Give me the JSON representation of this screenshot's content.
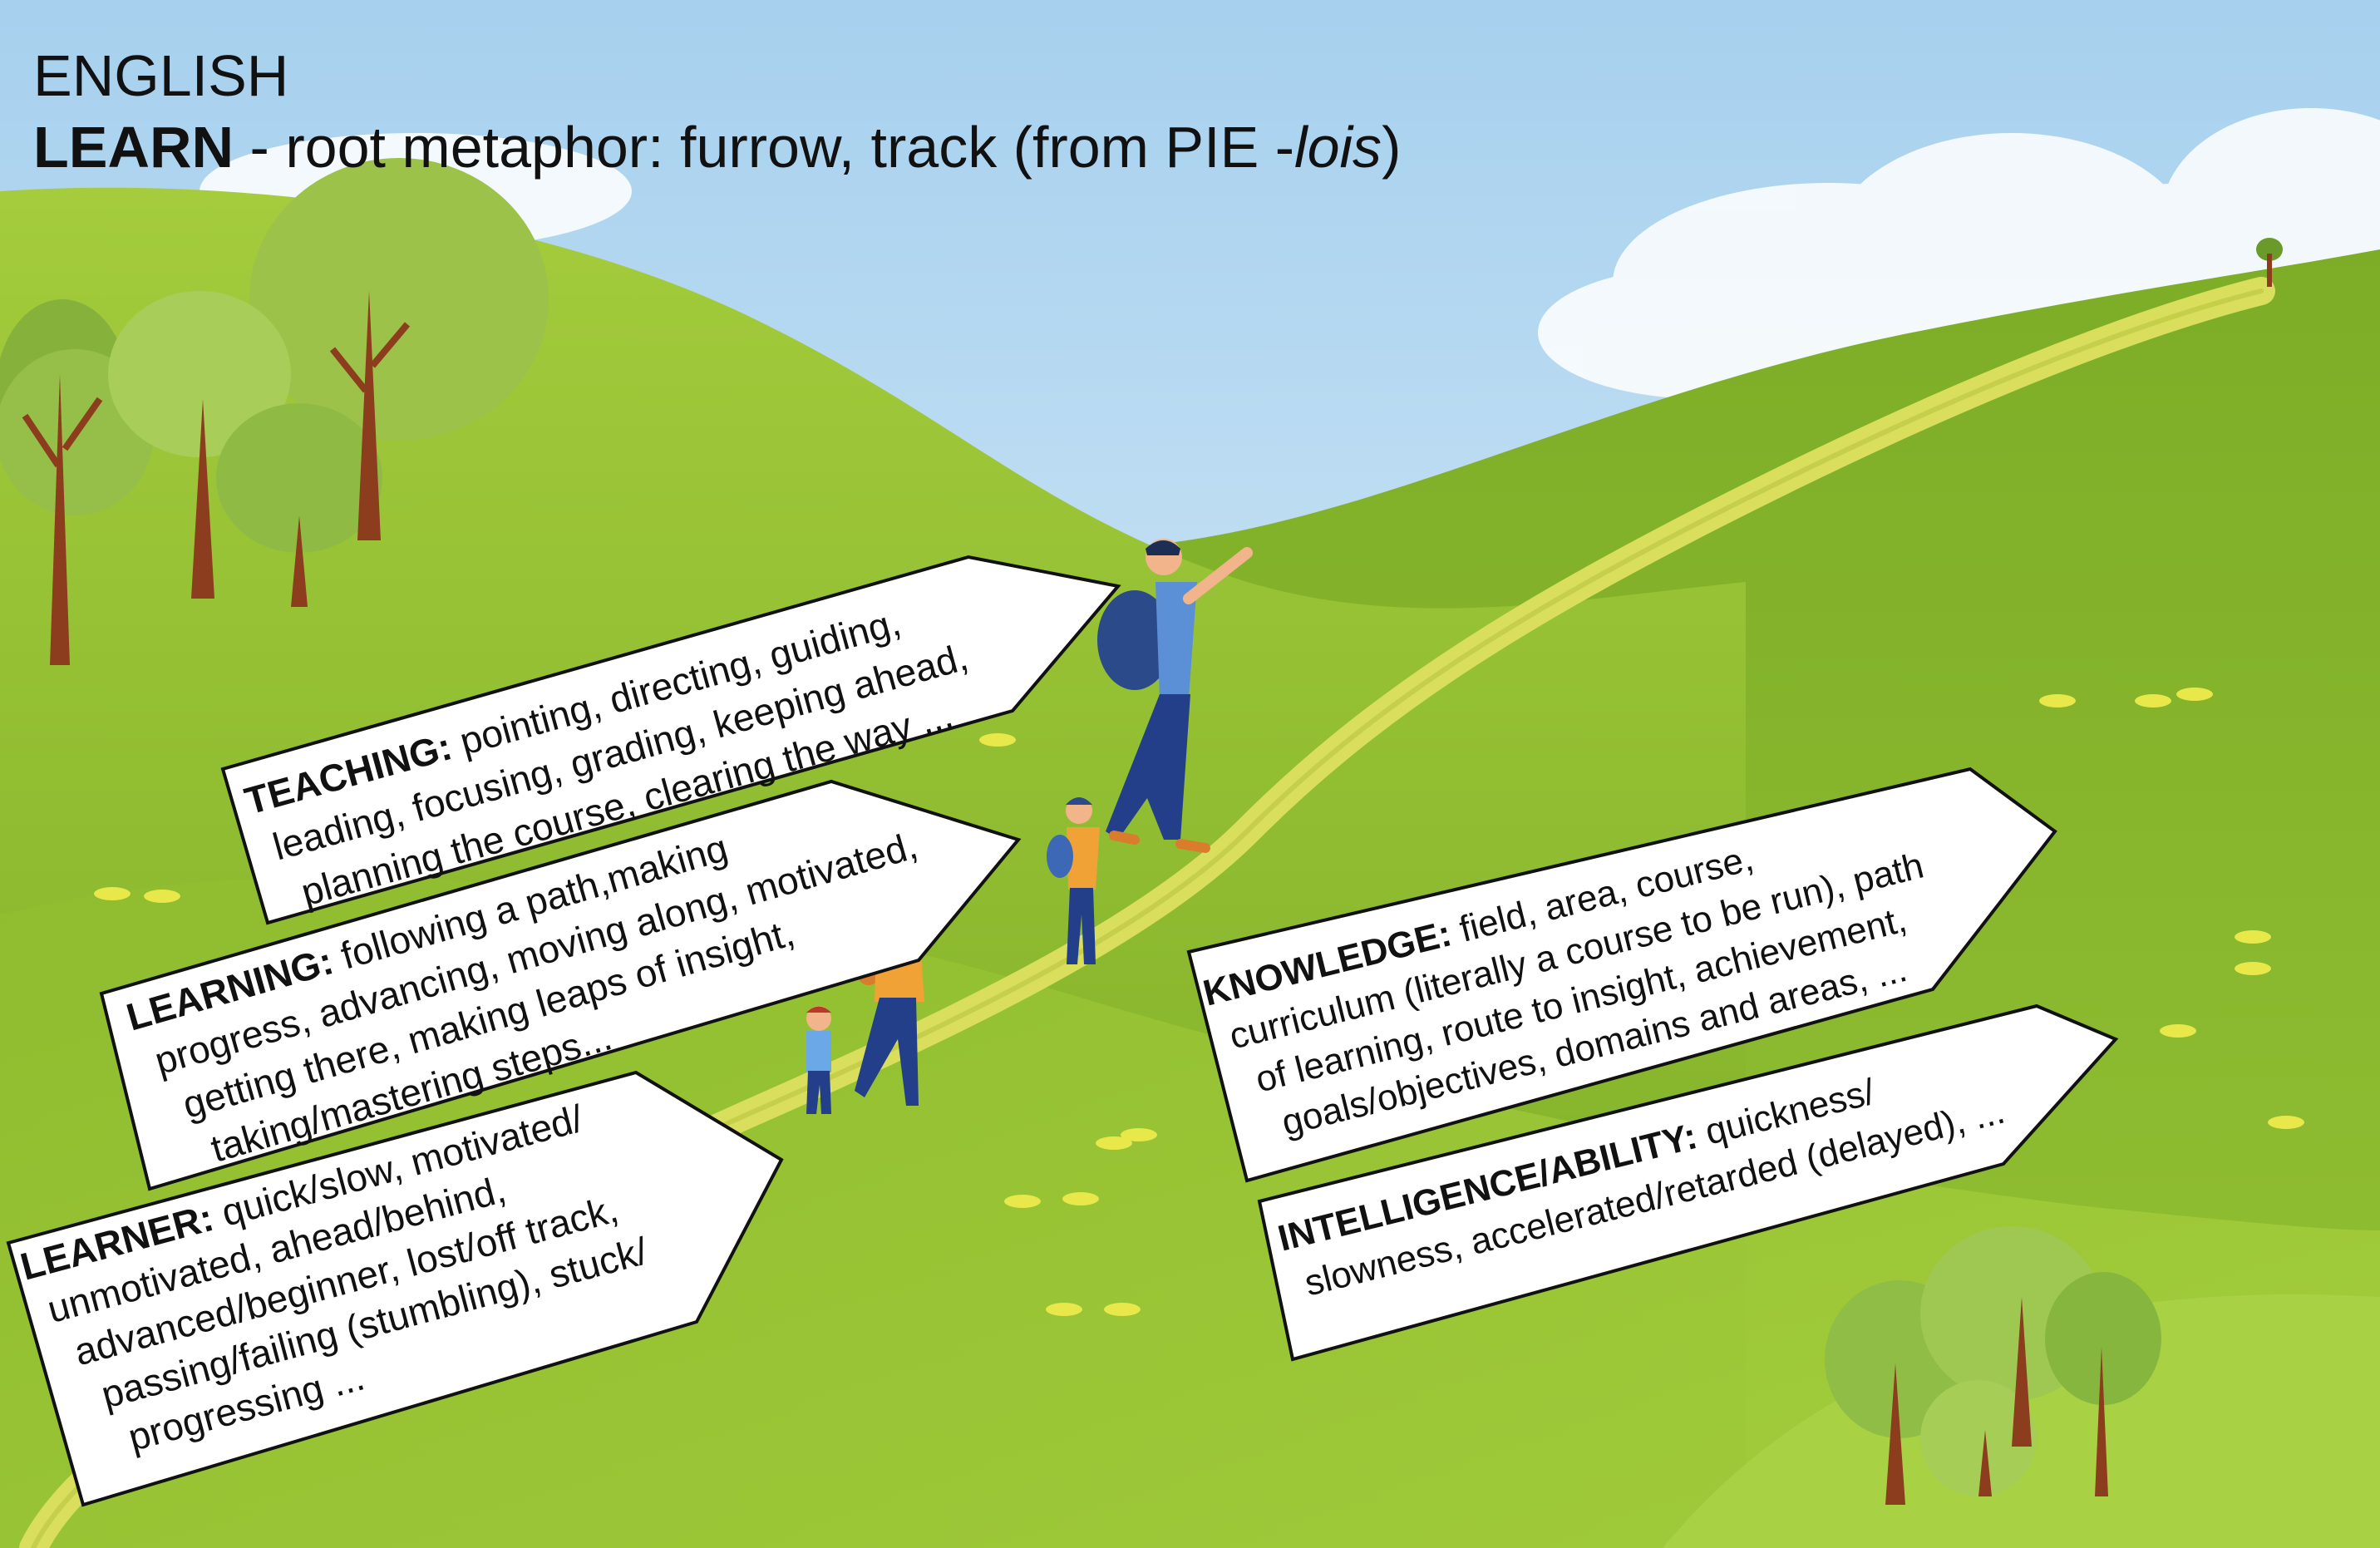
{
  "header": {
    "language": "ENGLISH",
    "word": "LEARN",
    "separator": " - ",
    "subtitle_main": "root metaphor: furrow, track (from PIE -",
    "subtitle_italic": "lois",
    "subtitle_end": ")"
  },
  "signs": {
    "teaching": {
      "keyword": "TEACHING:",
      "lines": [
        " pointing, directing, guiding,",
        "leading, focusing, grading, keeping ahead,",
        "planning the course, clearing the way ..."
      ]
    },
    "learning": {
      "keyword": "LEARNING:",
      "lines": [
        " following a path,making",
        "progress, advancing, moving along, motivated,",
        "getting there, making leaps of insight,",
        "taking/mastering steps..."
      ]
    },
    "learner": {
      "keyword": "LEARNER:",
      "lines": [
        " quick/slow, motivated/",
        "unmotivated, ahead/behind,",
        "advanced/beginner, lost/off track,",
        "passing/failing (stumbling), stuck/",
        "progressing ..."
      ]
    },
    "knowledge": {
      "keyword": "KNOWLEDGE:",
      "lines": [
        " field, area, course,",
        "curriculum (literally a course to be run), path",
        "of learning, route to insight, achievement,",
        "goals/objectives, domains and areas, ..."
      ]
    },
    "intelligence": {
      "keyword": "INTELLIGENCE/ABILITY:",
      "lines": [
        " quickness/",
        "slowness, accelerated/retarded (delayed), ..."
      ]
    }
  },
  "colors": {
    "sky_top": "#a9d2ee",
    "sky_bottom": "#e8f4fb",
    "hill_light": "#9cc73a",
    "hill_mid": "#86b72c",
    "hill_dark": "#6f9f22",
    "path": "#d6dc5a",
    "sign_fill": "#ffffff",
    "sign_stroke": "#111111"
  }
}
